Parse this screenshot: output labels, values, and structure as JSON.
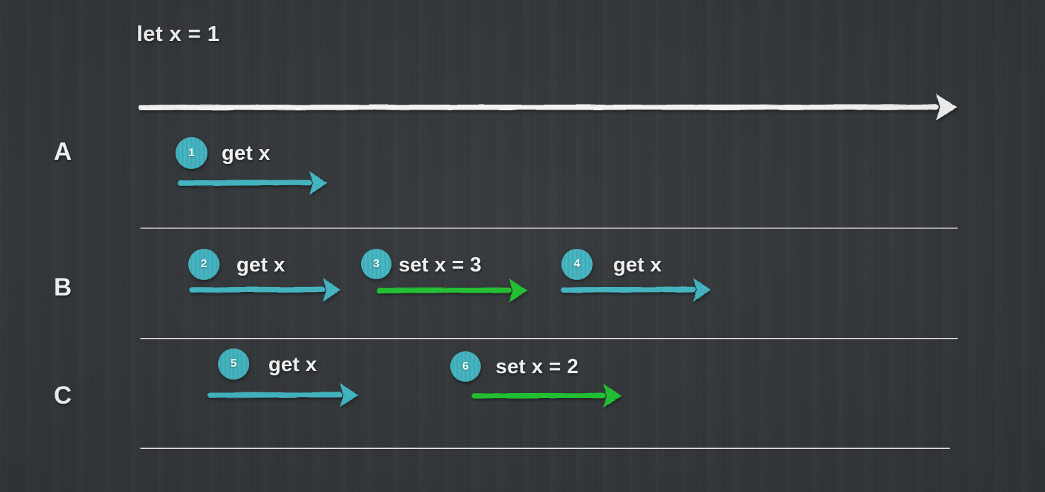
{
  "figure": {
    "title": "let x = 1",
    "background_color": "#34383b",
    "line_color": "#f2f2f2",
    "read_color": "#42b3bf",
    "write_color": "#22be33",
    "badge_color": "#42b3bf",
    "text_color": "#f2f2f2"
  },
  "timeline": {
    "name": "global-time-axis",
    "has_arrowhead": true
  },
  "lanes": [
    {
      "label": "A",
      "operations": [
        {
          "number": "1",
          "label": "get x",
          "kind": "read"
        }
      ]
    },
    {
      "label": "B",
      "operations": [
        {
          "number": "2",
          "label": "get x",
          "kind": "read"
        },
        {
          "number": "3",
          "label": "set x = 3",
          "kind": "write"
        },
        {
          "number": "4",
          "label": "get x",
          "kind": "read"
        }
      ]
    },
    {
      "label": "C",
      "operations": [
        {
          "number": "5",
          "label": "get x",
          "kind": "read"
        },
        {
          "number": "6",
          "label": "set x = 2",
          "kind": "write"
        }
      ]
    }
  ]
}
